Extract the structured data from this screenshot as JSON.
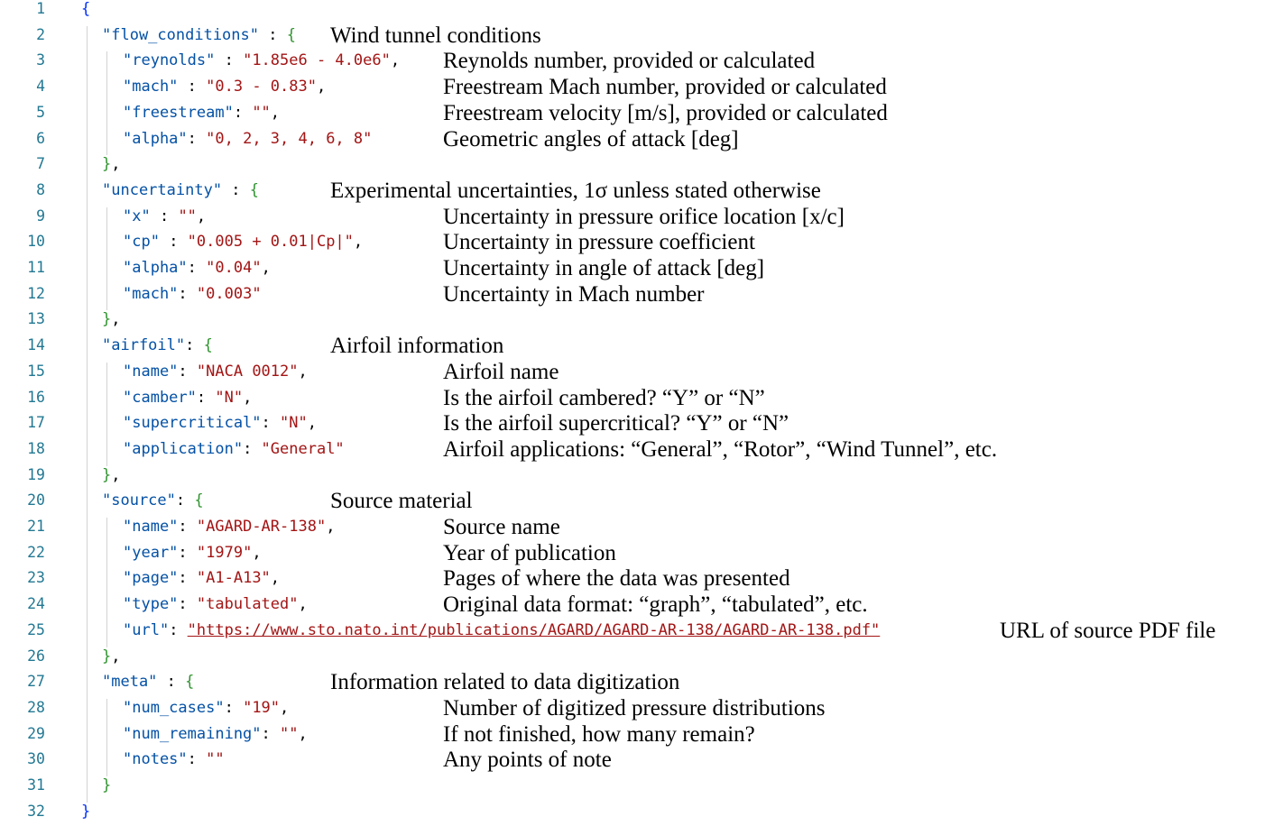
{
  "lines": [
    {
      "n": "1",
      "t": 0,
      "parts": [
        {
          "c": "b1",
          "t": "{"
        }
      ]
    },
    {
      "n": "2",
      "t": 1,
      "parts": [
        {
          "c": "k",
          "t": "\"flow_conditions\""
        },
        {
          "c": "p",
          "t": " : "
        },
        {
          "c": "b2",
          "t": "{"
        }
      ]
    },
    {
      "n": "3",
      "t": 2,
      "parts": [
        {
          "c": "k",
          "t": "\"reynolds\""
        },
        {
          "c": "p",
          "t": " : "
        },
        {
          "c": "s",
          "t": "\"1.85e6 - 4.0e6\""
        },
        {
          "c": "p",
          "t": ","
        }
      ]
    },
    {
      "n": "4",
      "t": 2,
      "parts": [
        {
          "c": "k",
          "t": "\"mach\""
        },
        {
          "c": "p",
          "t": " : "
        },
        {
          "c": "s",
          "t": "\"0.3 - 0.83\""
        },
        {
          "c": "p",
          "t": ","
        }
      ]
    },
    {
      "n": "5",
      "t": 2,
      "parts": [
        {
          "c": "k",
          "t": "\"freestream\""
        },
        {
          "c": "p",
          "t": ": "
        },
        {
          "c": "s",
          "t": "\"\""
        },
        {
          "c": "p",
          "t": ","
        }
      ]
    },
    {
      "n": "6",
      "t": 2,
      "parts": [
        {
          "c": "k",
          "t": "\"alpha\""
        },
        {
          "c": "p",
          "t": ": "
        },
        {
          "c": "s",
          "t": "\"0, 2, 3, 4, 6, 8\""
        }
      ]
    },
    {
      "n": "7",
      "t": 1,
      "parts": [
        {
          "c": "b2",
          "t": "}"
        },
        {
          "c": "p",
          "t": ","
        }
      ]
    },
    {
      "n": "8",
      "t": 1,
      "parts": [
        {
          "c": "k",
          "t": "\"uncertainty\""
        },
        {
          "c": "p",
          "t": " : "
        },
        {
          "c": "b2",
          "t": "{"
        }
      ]
    },
    {
      "n": "9",
      "t": 2,
      "parts": [
        {
          "c": "k",
          "t": "\"x\""
        },
        {
          "c": "p",
          "t": " : "
        },
        {
          "c": "s",
          "t": "\"\""
        },
        {
          "c": "p",
          "t": ","
        }
      ]
    },
    {
      "n": "10",
      "t": 2,
      "parts": [
        {
          "c": "k",
          "t": "\"cp\""
        },
        {
          "c": "p",
          "t": " : "
        },
        {
          "c": "s",
          "t": "\"0.005 + 0.01|Cp|\""
        },
        {
          "c": "p",
          "t": ","
        }
      ]
    },
    {
      "n": "11",
      "t": 2,
      "parts": [
        {
          "c": "k",
          "t": "\"alpha\""
        },
        {
          "c": "p",
          "t": ": "
        },
        {
          "c": "s",
          "t": "\"0.04\""
        },
        {
          "c": "p",
          "t": ","
        }
      ]
    },
    {
      "n": "12",
      "t": 2,
      "parts": [
        {
          "c": "k",
          "t": "\"mach\""
        },
        {
          "c": "p",
          "t": ": "
        },
        {
          "c": "s",
          "t": "\"0.003\""
        }
      ]
    },
    {
      "n": "13",
      "t": 1,
      "parts": [
        {
          "c": "b2",
          "t": "}"
        },
        {
          "c": "p",
          "t": ","
        }
      ]
    },
    {
      "n": "14",
      "t": 1,
      "parts": [
        {
          "c": "k",
          "t": "\"airfoil\""
        },
        {
          "c": "p",
          "t": ": "
        },
        {
          "c": "b2",
          "t": "{"
        }
      ]
    },
    {
      "n": "15",
      "t": 2,
      "parts": [
        {
          "c": "k",
          "t": "\"name\""
        },
        {
          "c": "p",
          "t": ": "
        },
        {
          "c": "s",
          "t": "\"NACA 0012\""
        },
        {
          "c": "p",
          "t": ","
        }
      ]
    },
    {
      "n": "16",
      "t": 2,
      "parts": [
        {
          "c": "k",
          "t": "\"camber\""
        },
        {
          "c": "p",
          "t": ": "
        },
        {
          "c": "s",
          "t": "\"N\""
        },
        {
          "c": "p",
          "t": ","
        }
      ]
    },
    {
      "n": "17",
      "t": 2,
      "parts": [
        {
          "c": "k",
          "t": "\"supercritical\""
        },
        {
          "c": "p",
          "t": ": "
        },
        {
          "c": "s",
          "t": "\"N\""
        },
        {
          "c": "p",
          "t": ","
        }
      ]
    },
    {
      "n": "18",
      "t": 2,
      "parts": [
        {
          "c": "k",
          "t": "\"application\""
        },
        {
          "c": "p",
          "t": ": "
        },
        {
          "c": "s",
          "t": "\"General\""
        }
      ]
    },
    {
      "n": "19",
      "t": 1,
      "parts": [
        {
          "c": "b2",
          "t": "}"
        },
        {
          "c": "p",
          "t": ","
        }
      ]
    },
    {
      "n": "20",
      "t": 1,
      "parts": [
        {
          "c": "k",
          "t": "\"source\""
        },
        {
          "c": "p",
          "t": ": "
        },
        {
          "c": "b2",
          "t": "{"
        }
      ]
    },
    {
      "n": "21",
      "t": 2,
      "parts": [
        {
          "c": "k",
          "t": "\"name\""
        },
        {
          "c": "p",
          "t": ": "
        },
        {
          "c": "s",
          "t": "\"AGARD-AR-138\""
        },
        {
          "c": "p",
          "t": ","
        }
      ]
    },
    {
      "n": "22",
      "t": 2,
      "parts": [
        {
          "c": "k",
          "t": "\"year\""
        },
        {
          "c": "p",
          "t": ": "
        },
        {
          "c": "s",
          "t": "\"1979\""
        },
        {
          "c": "p",
          "t": ","
        }
      ]
    },
    {
      "n": "23",
      "t": 2,
      "parts": [
        {
          "c": "k",
          "t": "\"page\""
        },
        {
          "c": "p",
          "t": ": "
        },
        {
          "c": "s",
          "t": "\"A1-A13\""
        },
        {
          "c": "p",
          "t": ","
        }
      ]
    },
    {
      "n": "24",
      "t": 2,
      "parts": [
        {
          "c": "k",
          "t": "\"type\""
        },
        {
          "c": "p",
          "t": ": "
        },
        {
          "c": "s",
          "t": "\"tabulated\""
        },
        {
          "c": "p",
          "t": ","
        }
      ]
    },
    {
      "n": "25",
      "t": 2,
      "parts": [
        {
          "c": "k",
          "t": "\"url\""
        },
        {
          "c": "p",
          "t": ": "
        },
        {
          "c": "link",
          "t": "\"https://www.sto.nato.int/publications/AGARD/AGARD-AR-138/AGARD-AR-138.pdf\""
        }
      ]
    },
    {
      "n": "26",
      "t": 1,
      "parts": [
        {
          "c": "b2",
          "t": "}"
        },
        {
          "c": "p",
          "t": ","
        }
      ]
    },
    {
      "n": "27",
      "t": 1,
      "parts": [
        {
          "c": "k",
          "t": "\"meta\""
        },
        {
          "c": "p",
          "t": " : "
        },
        {
          "c": "b2",
          "t": "{"
        }
      ]
    },
    {
      "n": "28",
      "t": 2,
      "parts": [
        {
          "c": "k",
          "t": "\"num_cases\""
        },
        {
          "c": "p",
          "t": ": "
        },
        {
          "c": "s",
          "t": "\"19\""
        },
        {
          "c": "p",
          "t": ","
        }
      ]
    },
    {
      "n": "29",
      "t": 2,
      "parts": [
        {
          "c": "k",
          "t": "\"num_remaining\""
        },
        {
          "c": "p",
          "t": ": "
        },
        {
          "c": "s",
          "t": "\"\""
        },
        {
          "c": "p",
          "t": ","
        }
      ]
    },
    {
      "n": "30",
      "t": 2,
      "parts": [
        {
          "c": "k",
          "t": "\"notes\""
        },
        {
          "c": "p",
          "t": ": "
        },
        {
          "c": "s",
          "t": "\"\""
        }
      ]
    },
    {
      "n": "31",
      "t": 1,
      "parts": [
        {
          "c": "b2",
          "t": "}"
        }
      ]
    },
    {
      "n": "32",
      "t": 0,
      "parts": [
        {
          "c": "b1",
          "t": "}"
        }
      ]
    }
  ],
  "annotations": [
    {
      "line": "2",
      "col": "s",
      "text": "Wind tunnel conditions"
    },
    {
      "line": "3",
      "col": "d",
      "text": "Reynolds number, provided or calculated"
    },
    {
      "line": "4",
      "col": "d",
      "text": "Freestream Mach number, provided or calculated"
    },
    {
      "line": "5",
      "col": "d",
      "text": "Freestream velocity [m/s], provided or calculated"
    },
    {
      "line": "6",
      "col": "d",
      "text": "Geometric angles of attack [deg]"
    },
    {
      "line": "8",
      "col": "s",
      "text": "Experimental uncertainties, 1σ unless stated otherwise"
    },
    {
      "line": "9",
      "col": "d",
      "text": "Uncertainty in pressure orifice location [x/c]"
    },
    {
      "line": "10",
      "col": "d",
      "text": "Uncertainty in pressure coefficient"
    },
    {
      "line": "11",
      "col": "d",
      "text": "Uncertainty in angle of attack [deg]"
    },
    {
      "line": "12",
      "col": "d",
      "text": "Uncertainty in Mach number"
    },
    {
      "line": "14",
      "col": "s",
      "text": "Airfoil information"
    },
    {
      "line": "15",
      "col": "d",
      "text": "Airfoil name"
    },
    {
      "line": "16",
      "col": "d",
      "text": "Is the airfoil cambered? “Y” or “N”"
    },
    {
      "line": "17",
      "col": "d",
      "text": "Is the airfoil supercritical? “Y” or “N”"
    },
    {
      "line": "18",
      "col": "d",
      "text": "Airfoil applications: “General”, “Rotor”, “Wind Tunnel”, etc."
    },
    {
      "line": "20",
      "col": "s",
      "text": "Source material"
    },
    {
      "line": "21",
      "col": "d",
      "text": "Source name"
    },
    {
      "line": "22",
      "col": "d",
      "text": "Year of publication"
    },
    {
      "line": "23",
      "col": "d",
      "text": "Pages of where the data was presented"
    },
    {
      "line": "24",
      "col": "d",
      "text": "Original data format: “graph”, “tabulated”, etc."
    },
    {
      "line": "25",
      "col": "u",
      "text": "URL of source PDF file"
    },
    {
      "line": "27",
      "col": "s",
      "text": "Information related to data digitization"
    },
    {
      "line": "28",
      "col": "d",
      "text": "Number of digitized pressure distributions"
    },
    {
      "line": "29",
      "col": "d",
      "text": "If not finished, how many remain?"
    },
    {
      "line": "30",
      "col": "d",
      "text": "Any points of note"
    }
  ],
  "colors": {
    "key": "#0451a5",
    "string": "#a31515",
    "bracket_outer": "#0431fa",
    "bracket_inner": "#319331",
    "line_number": "#237893",
    "indent_guide": "#d3d3d3"
  }
}
